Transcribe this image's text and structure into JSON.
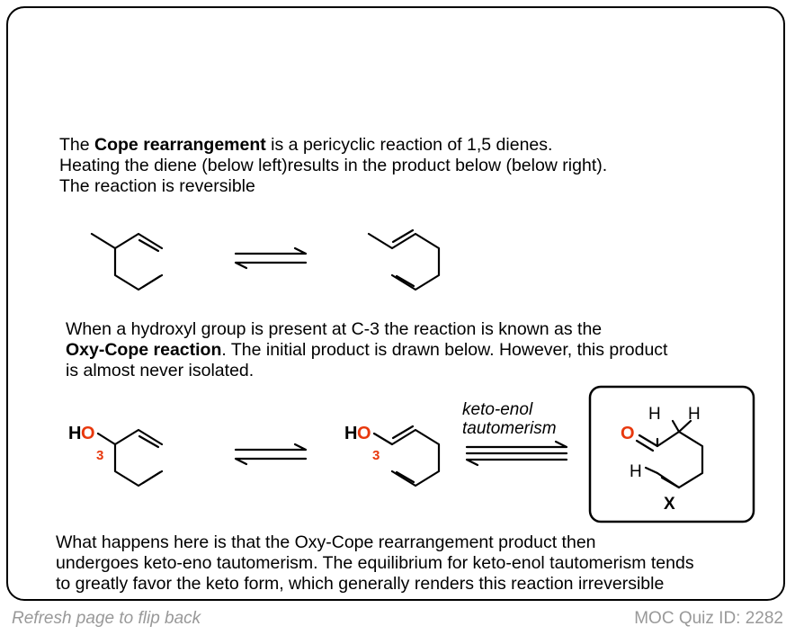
{
  "intro": {
    "line1_pre": "The ",
    "line1_bold": "Cope rearrangement",
    "line1_post": " is a pericyclic reaction of 1,5 dienes.",
    "line2": "Heating the diene (below left)results in the product below (below right).",
    "line3": "The reaction is reversible"
  },
  "oxy": {
    "line1": "When a hydroxyl group is present at C-3 the reaction is known as the",
    "line2_bold": "Oxy-Cope reaction",
    "line2_post": ". The initial product is drawn below. However, this product",
    "line3": "is almost never isolated."
  },
  "scheme": {
    "ho_left": "HO",
    "h_left": "H",
    "o_left": "O",
    "num_left": "3",
    "h_mid": "H",
    "o_mid": "O",
    "num_mid": "3",
    "tautomer_label_1": "keto-enol",
    "tautomer_label_2": "tautomerism",
    "product_o": "O",
    "product_h_top1": "H",
    "product_h_top2": "H",
    "product_h_left": "H",
    "product_x": "X"
  },
  "outro": {
    "line1": "What happens here is that the Oxy-Cope rearrangement product then",
    "line2": "undergoes keto-eno tautomerism. The equilibrium for keto-enol tautomerism tends",
    "line3": "to greatly favor the keto form, which generally renders this reaction irreversible"
  },
  "footer": {
    "left": "Refresh page to flip back",
    "right": "MOC Quiz ID: 2282"
  },
  "colors": {
    "oxygen": "#e8380d",
    "footer_text": "#999999"
  }
}
